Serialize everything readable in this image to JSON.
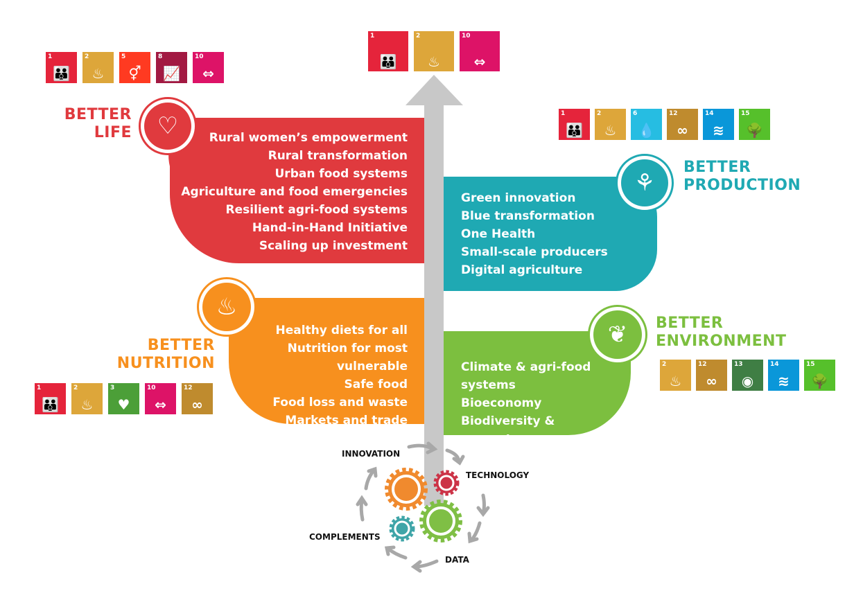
{
  "colors": {
    "life": "#e03a3e",
    "production": "#1fa9b3",
    "nutrition": "#f7901e",
    "environment": "#7cbf3f",
    "arrow": "#c8c8c8"
  },
  "sdg_colors": {
    "1": "#e5243b",
    "2": "#dda63a",
    "3": "#4c9f38",
    "5": "#ff3a21",
    "6": "#26bde2",
    "8": "#a21942",
    "10": "#dd1367",
    "12": "#bf8b2e",
    "13": "#3f7e44",
    "14": "#0a97d9",
    "15": "#56c02b"
  },
  "top_sdgs": [
    "1",
    "2",
    "10"
  ],
  "better_life": {
    "title_line1": "BETTER",
    "title_line2": "LIFE",
    "icon": "heart-icon",
    "sdgs": [
      "1",
      "2",
      "5",
      "8",
      "10"
    ],
    "items": [
      "Rural women’s empowerment",
      "Rural transformation",
      "Urban food systems",
      "Agriculture and food emergencies",
      "Resilient agri-food systems",
      "Hand-in-Hand Initiative",
      "Scaling up investment"
    ]
  },
  "better_production": {
    "title_line1": "BETTER",
    "title_line2": "PRODUCTION",
    "icon": "plant-icon",
    "sdgs": [
      "1",
      "2",
      "6",
      "12",
      "14",
      "15"
    ],
    "items": [
      "Green innovation",
      "Blue transformation",
      "One Health",
      "Small-scale producers",
      "Digital agriculture"
    ]
  },
  "better_nutrition": {
    "title_line1": "BETTER",
    "title_line2": "NUTRITION",
    "icon": "food-bowl-icon",
    "sdgs": [
      "1",
      "2",
      "3",
      "10",
      "12"
    ],
    "items": [
      "Healthy diets for all",
      "Nutrition for most vulnerable",
      "Safe food",
      "Food loss and waste",
      "Markets and trade"
    ]
  },
  "better_environment": {
    "title_line1": "BETTER",
    "title_line2": "ENVIRONMENT",
    "icon": "leaf-icon",
    "sdgs": [
      "2",
      "12",
      "13",
      "14",
      "15"
    ],
    "items": [
      "Climate & agri-food systems",
      "Bioeconomy",
      "Biodiversity & ecosystems"
    ]
  },
  "accelerators": {
    "innovation": "INNOVATION",
    "technology": "TECHNOLOGY",
    "data": "DATA",
    "complements": "COMPLEMENTS"
  }
}
